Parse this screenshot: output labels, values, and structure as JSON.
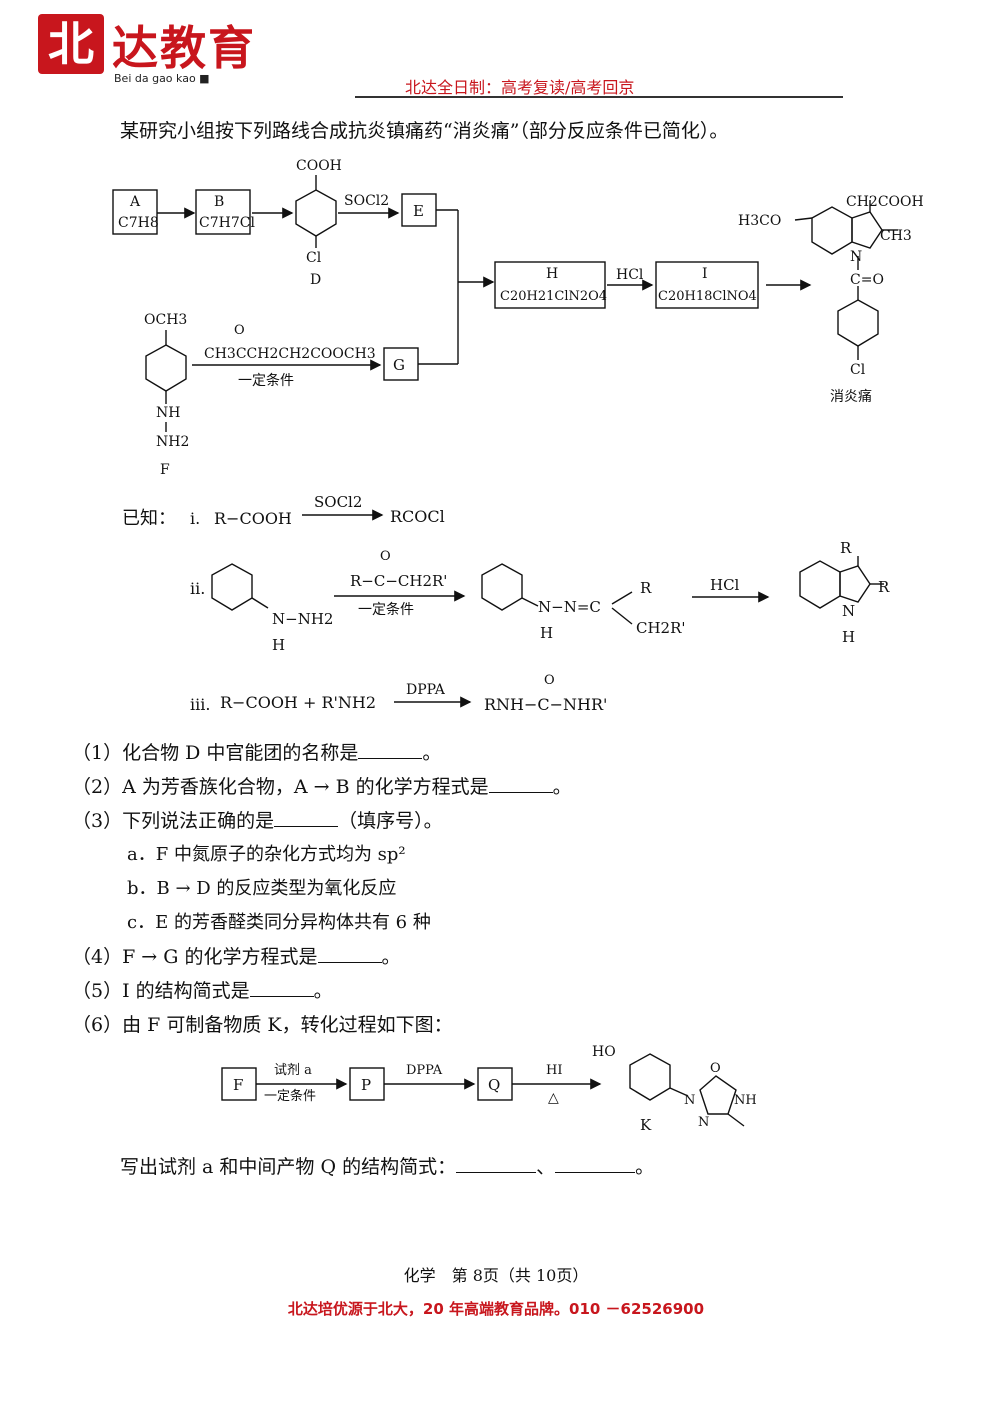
{
  "header": {
    "logo_char": "北",
    "logo_text": "达教育",
    "logo_sub": "Bei da gao kao",
    "tagline": "北达全日制：高考复读/高考回京"
  },
  "intro": "某研究小组按下列路线合成抗炎镇痛药“消炎痛”（部分反应条件已简化）。",
  "route": {
    "A": "A",
    "A_formula": "C7H8",
    "B": "B",
    "B_formula": "C7H7Cl",
    "D_top": "COOH",
    "D_bottom": "Cl",
    "D_label": "D",
    "reagent_SOCl2": "SOCl2",
    "E": "E",
    "F_top": "OCH3",
    "F_nh": "NH",
    "F_nh2": "NH2",
    "F_label": "F",
    "ketone_reagent": "CH3CCH2CH2COOCH3",
    "ketone_o": "O",
    "condition": "一定条件",
    "G": "G",
    "H": "H",
    "H_formula": "C20H21ClN2O4",
    "reagent_HCl": "HCl",
    "I": "I",
    "I_formula": "C20H18ClNO4",
    "product_ch2cooh": "CH2COOH",
    "product_h3co": "H3CO",
    "product_ch3": "CH3",
    "product_n": "N",
    "product_co": "C=O",
    "product_cl": "Cl",
    "product_name": "消炎痛"
  },
  "known": {
    "label": "已知：",
    "i_num": "i.",
    "i_left": "R−COOH",
    "i_reagent": "SOCl2",
    "i_right": "RCOCl",
    "ii_num": "ii.",
    "ii_reagent": "R−C−CH2R'",
    "ii_reagent_o": "O",
    "ii_condition": "一定条件",
    "ii_nh2": "N−NH2",
    "ii_h": "H",
    "ii_mid": "N−N=C",
    "ii_r": "R",
    "ii_ch2r": "CH2R'",
    "ii_hcl": "HCl",
    "ii_prod_n": "N",
    "iii_num": "iii.",
    "iii_left": "R−COOH  +  R'NH2",
    "iii_reagent": "DPPA",
    "iii_right": "RNH−C−NHR'",
    "iii_o": "O"
  },
  "questions": {
    "q1": "（1）化合物 D 中官能团的名称是",
    "q1_end": "。",
    "q2": "（2）A 为芳香族化合物，A → B 的化学方程式是",
    "q2_end": "。",
    "q3": "（3）下列说法正确的是",
    "q3_end": "（填序号）。",
    "q3a": "a．F 中氮原子的杂化方式均为 sp²",
    "q3b": "b．B → D 的反应类型为氧化反应",
    "q3c": "c．E 的芳香醛类同分异构体共有 6 种",
    "q4": "（4）F → G 的化学方程式是",
    "q4_end": "。",
    "q5": "（5）I 的结构简式是",
    "q5_end": "。",
    "q6": "（6）由 F 可制备物质 K，转化过程如下图：",
    "q6_tail": "写出试剂 a 和中间产物 Q 的结构简式：",
    "q6_sep": "、",
    "q6_end": "。"
  },
  "scheme6": {
    "F": "F",
    "reagent_a": "试剂 a",
    "condition": "一定条件",
    "P": "P",
    "DPPA": "DPPA",
    "Q": "Q",
    "HI": "HI",
    "heat": "△",
    "HO": "HO",
    "K": "K",
    "N": "N",
    "NH": "NH",
    "O": "O"
  },
  "footer": {
    "page": "化学　第 8页（共 10页）",
    "promo": "北达培优源于北大，20 年高端教育品牌。010 －62526900"
  }
}
